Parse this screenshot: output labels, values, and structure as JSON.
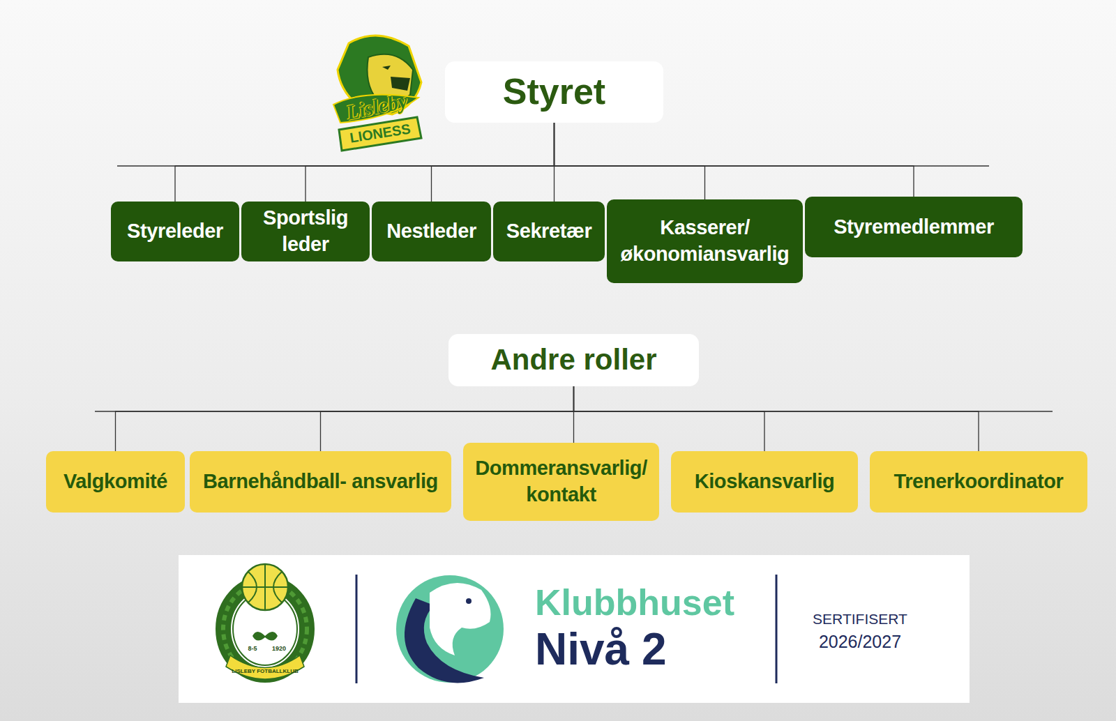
{
  "diagram": {
    "nodes": [
      {
        "text": [
          "Styret"
        ]
      },
      {
        "text": [
          "Styreleder"
        ]
      },
      {
        "text": [
          "Sportslig leder"
        ]
      },
      {
        "text": [
          "Nestleder"
        ]
      },
      {
        "text": [
          "Sekretær"
        ]
      },
      {
        "text": [
          "Kasserer/ økonomiansvarlig"
        ]
      },
      {
        "text": [
          "Styremedlemmer"
        ]
      },
      {
        "text": [
          "Andre roller"
        ]
      },
      {
        "text": [
          "Valgkomité"
        ]
      },
      {
        "text": [
          "Barnehåndball- ansvarlig"
        ]
      },
      {
        "text": [
          "Dommeransvarlig/ kontakt"
        ]
      },
      {
        "text": [
          "Kioskansvarlig"
        ]
      },
      {
        "text": [
          "Trenerkoordinator"
        ]
      }
    ],
    "edges": [
      {
        "from": 0,
        "to": 1,
        "arrow": "none"
      },
      {
        "from": 0,
        "to": 2,
        "arrow": "none"
      },
      {
        "from": 0,
        "to": 3,
        "arrow": "none"
      },
      {
        "from": 0,
        "to": 4,
        "arrow": "none"
      },
      {
        "from": 0,
        "to": 5,
        "arrow": "none"
      },
      {
        "from": 0,
        "to": 6,
        "arrow": "none"
      },
      {
        "from": 7,
        "to": 8,
        "arrow": "none"
      },
      {
        "from": 7,
        "to": 9,
        "arrow": "none"
      },
      {
        "from": 7,
        "to": 10,
        "arrow": "none"
      },
      {
        "from": 7,
        "to": 11,
        "arrow": "none"
      },
      {
        "from": 7,
        "to": 12,
        "arrow": "none"
      }
    ],
    "labels": [
      "Lisleby",
      "LIONESS",
      "LISLEBY FOTBALLKLUB",
      "8-5",
      "1920",
      "Klubbhuset",
      "Nivå 2",
      "SERTIFISERT",
      "2026/2027"
    ]
  }
}
